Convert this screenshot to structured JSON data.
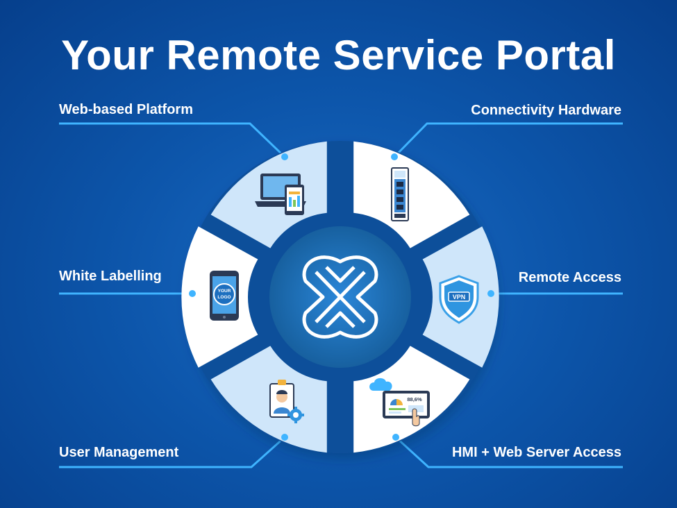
{
  "title": "Your Remote Service Portal",
  "features": [
    {
      "label": "Web-based Platform",
      "icon": "laptop-tablet-icon"
    },
    {
      "label": "Connectivity Hardware",
      "icon": "router-device-icon"
    },
    {
      "label": "White Labelling",
      "icon": "phone-your-logo-icon",
      "icon_text": "YOUR LOGO"
    },
    {
      "label": "Remote Access",
      "icon": "vpn-shield-icon",
      "icon_text": "VPN"
    },
    {
      "label": "User Management",
      "icon": "user-badge-gear-icon"
    },
    {
      "label": "HMI + Web Server Access",
      "icon": "hmi-tablet-cloud-icon",
      "icon_text": "88,6%"
    }
  ],
  "center_icon": "portal-logo-icon",
  "colors": {
    "background": "#0d56ab",
    "connector": "#3fb4ff",
    "segment_light": "#cfe6fa",
    "segment_white": "#ffffff",
    "hub": "#1f6fc8"
  }
}
